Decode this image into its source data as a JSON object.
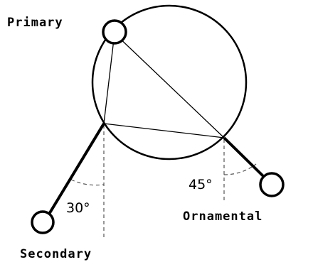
{
  "labels": {
    "primary": "Primary",
    "secondary": "Secondary",
    "ornamental": "Ornamental"
  },
  "angles": {
    "secondary": "30°",
    "ornamental": "45°"
  },
  "colors": {
    "stroke": "#000000",
    "guide": "#555555",
    "background": "#ffffff"
  }
}
